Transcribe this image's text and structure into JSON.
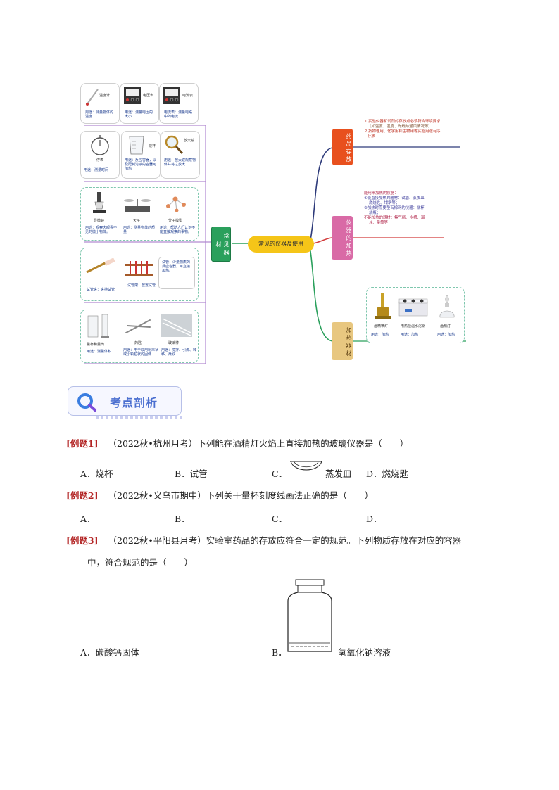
{
  "mindmap": {
    "center": "常见的仪器及使用",
    "branch_left": "常见器材",
    "branch_storage": "药品存放",
    "branch_heat": "仪器的加热",
    "branch_heaters": "加热器材",
    "storage_notes": [
      "1.实验仪器和试剂的存放点必须符合环境要求",
      "（如温度、湿度、光线与通风情况等）",
      "2.按物理用、化学用和生物用等实验用途有序",
      "存放"
    ],
    "heat_notes": {
      "title": "能用来加热的仪器：",
      "l1": "①能直接加热的器材：试管、蒸发皿",
      "l2": "燃烧匙、坩埚等；",
      "l3": "②加热时需要垫石棉网的仪器：烧杯",
      "l4": "烧瓶；",
      "l5": "不能加热的器材：集气瓶、水槽、漏",
      "l6": "斗、量筒等"
    },
    "heaters": [
      {
        "name": "酒精喷灯",
        "use": "用途：加热"
      },
      {
        "name": "电热恒温水浴锅",
        "use": "用途：加热"
      },
      {
        "name": "酒精灯",
        "use": "用途：加热"
      }
    ],
    "row1": [
      {
        "name": "温度计",
        "use": "用途：测量物体的温度"
      },
      {
        "name": "电压表",
        "use": "用途：测量电压的大小"
      },
      {
        "name": "电流表",
        "use": "电流表：测量电路中的电流"
      }
    ],
    "row2": [
      {
        "name": "停表",
        "use": "用途：测量时间"
      },
      {
        "name": "烧杯",
        "use": "用途：反应容器，以及配制溶液的容器可加热"
      },
      {
        "name": "放大镜",
        "use": "用途：放大镜观察物体并将之放大"
      }
    ],
    "row3": [
      {
        "name": "显微镜",
        "use": "用途：观察肉眼看不见的微小物体。"
      },
      {
        "name": "天平",
        "use": "用途：测量物体的质量"
      },
      {
        "name": "分子模型",
        "use": "用途：帮助人们认识不能直接观察的事物。"
      }
    ],
    "row4": [
      {
        "name": "试管夹：夹持试管"
      },
      {
        "name": "试管架：放置试管"
      },
      {
        "name": "试管：少量物质的反应容器，可直接加热。"
      }
    ],
    "row5": [
      {
        "name": "量杯和量筒",
        "use": "用途：测量体积"
      },
      {
        "name": "药匙",
        "use": "用途：用于取用粉末状或小颗粒状的固体"
      },
      {
        "name": "玻璃棒",
        "use": "用途：搅拌、引流、转移、蘸取"
      }
    ]
  },
  "section_title": "考点剖析",
  "questions": [
    {
      "tag": "[例题1]",
      "text": "（2022秋•杭州月考）下列能在酒精灯火焰上直接加热的玻璃仪器是（　　）",
      "options": [
        "A．烧杯",
        "B．试管",
        "C．",
        "蒸发皿",
        "D．燃烧匙"
      ]
    },
    {
      "tag": "[例题2]",
      "text": "（2022秋•义乌市期中）下列关于量杯刻度线画法正确的是（　　）",
      "options": [
        "A．",
        "B．",
        "C．",
        "D．"
      ]
    },
    {
      "tag": "[例题3]",
      "text": "（2022秋•平阳县月考）实验室药品的存放应符合一定的规范。下列物质存放在对应的容器",
      "text2": "中，符合规范的是（　　）",
      "options": [
        "A．碳酸钙固体",
        "B．",
        "氢氧化钠溶液"
      ]
    }
  ],
  "colors": {
    "purple": "#b28ad1",
    "orange": "#e8501e",
    "navy": "#2d3a7a",
    "pink": "#d96aa6",
    "red": "#d23b3b",
    "green": "#2aa05c",
    "gold": "#e8c02a",
    "teal_dash": "#7fc7ae"
  }
}
